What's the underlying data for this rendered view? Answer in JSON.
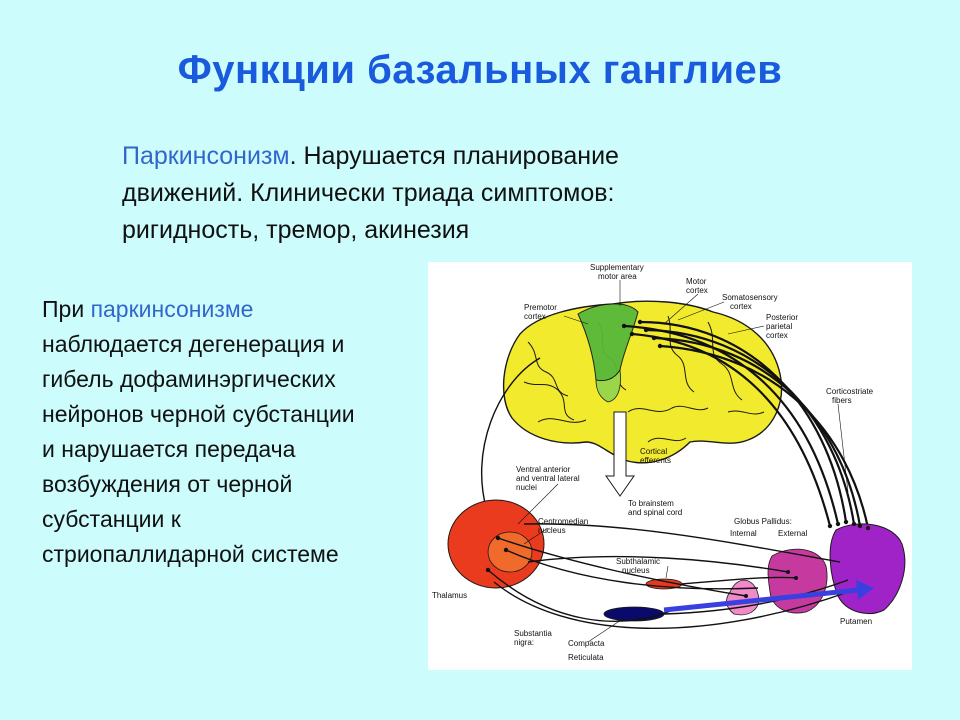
{
  "slide": {
    "title": "Функции базальных ганглиев",
    "intro": {
      "term": "Паркинсонизм",
      "rest_line1": ". Нарушается планирование",
      "line2": "движений. Клинически триада симптомов:",
      "line3": "ригидность, тремор, акинезия"
    },
    "left": {
      "line1_prefix": "При ",
      "line1_term": "паркинсонизме",
      "line2": "наблюдается дегенерация и",
      "line3": "гибель дофаминэргических",
      "line4": "нейронов черной субстанции",
      "line5": "и нарушается передача",
      "line6": "возбуждения от черной",
      "line7": "субстанции к",
      "line8": "стриопаллидарной системе"
    }
  },
  "diagram": {
    "labels": {
      "supplementary_motor_1": "Supplementary",
      "supplementary_motor_2": "motor area",
      "motor_cortex_1": "Motor",
      "motor_cortex_2": "cortex",
      "somatosensory_1": "Somatosensory",
      "somatosensory_2": "cortex",
      "premotor_1": "Premotor",
      "premotor_2": "cortex",
      "posterior_parietal_1": "Posterior",
      "posterior_parietal_2": "parietal",
      "posterior_parietal_3": "cortex",
      "corticostriate_1": "Corticostriate",
      "corticostriate_2": "fibers",
      "cortical_efferents_1": "Cortical",
      "cortical_efferents_2": "efferents",
      "ventral_1": "Ventral anterior",
      "ventral_2": "and ventral lateral",
      "ventral_3": "nuclei",
      "brainstem_1": "To brainstem",
      "brainstem_2": "and spinal cord",
      "centromedian_1": "Centromedian",
      "centromedian_2": "nucleus",
      "globus_pallidus": "Globus Pallidus:",
      "internal": "Internal",
      "external": "External",
      "subthalamic_1": "Subthalamic",
      "subthalamic_2": "nucleus",
      "thalamus": "Thalamus",
      "substantia_1": "Substantia",
      "substantia_2": "nigra:",
      "compacta": "Compacta",
      "reticulata": "Reticulata",
      "putamen": "Putamen"
    },
    "colors": {
      "brain": "#f2ea2c",
      "motor_area": "#58b83a",
      "thalamus": "#ea3b1e",
      "putamen": "#a023c8",
      "pallidus_external": "#c63aa0",
      "pallidus_internal": "#f08ac8",
      "substantia_nigra": "#0a0a6a",
      "subthalamic": "#e23a1e",
      "arrow": "#3a40e0"
    }
  }
}
